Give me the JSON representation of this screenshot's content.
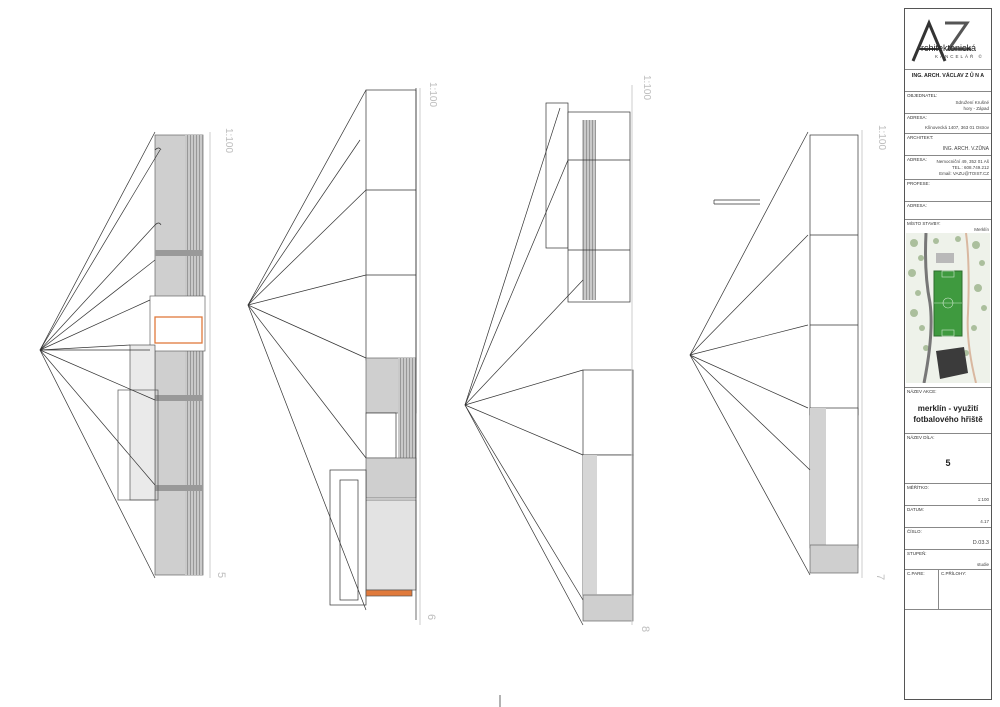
{
  "sheet": {
    "elevation_scales": [
      "1:100",
      "1:100",
      "1:100",
      "1:100"
    ],
    "elevation_numbers": [
      "5",
      "6",
      "8",
      "7"
    ]
  },
  "title_block": {
    "logo_letters": "AZ",
    "logo_company": "rchitektonická",
    "logo_subtitle": "KANCELÁŘ",
    "logo_mark": "©",
    "architect_heading": "ING. ARCH. VÁCLAV Z Ů N A",
    "investor_label": "OBJEDNATEL:",
    "investor_value_1": "Sdružení Krušné",
    "investor_value_2": "hory - Západ",
    "investor_address_label": "ADRESA:",
    "investor_address_value": "Klínovecká 1407, 363 01 Ostrov",
    "architect_label": "ARCHITEKT:",
    "architect_value": "ING. ARCH. V.ZŮNA",
    "architect_address_label": "ADRESA:",
    "architect_address_1": "Nemocniční 49, 352 01 Aš",
    "architect_address_2": "TEL.: 608.749.212",
    "architect_address_3": "Email: VAZU@TOIST.CZ",
    "profession_label": "PROFESE:",
    "profession_address_label": "ADRESA:",
    "site_label": "MÍSTO STAVBY:",
    "site_value": "Merklín",
    "project_label": "NÁZEV AKCE:",
    "project_value_1": "merklín - využití",
    "project_value_2": "fotbalového hřiště",
    "drawing_label": "NÁZEV DÍLA:",
    "drawing_value": "5",
    "scale_label": "MĚŘÍTKO:",
    "scale_value": "1:100",
    "date_label": "DATUM:",
    "date_value": "4.17",
    "sheet_label": "ČÍSLO:",
    "sheet_value": "D.03.3",
    "stage_label": "STUPEŇ:",
    "stage_value": "studie",
    "drawn_label": "C.PARE:",
    "checked_label": "C.PŘÍLOHY:"
  }
}
